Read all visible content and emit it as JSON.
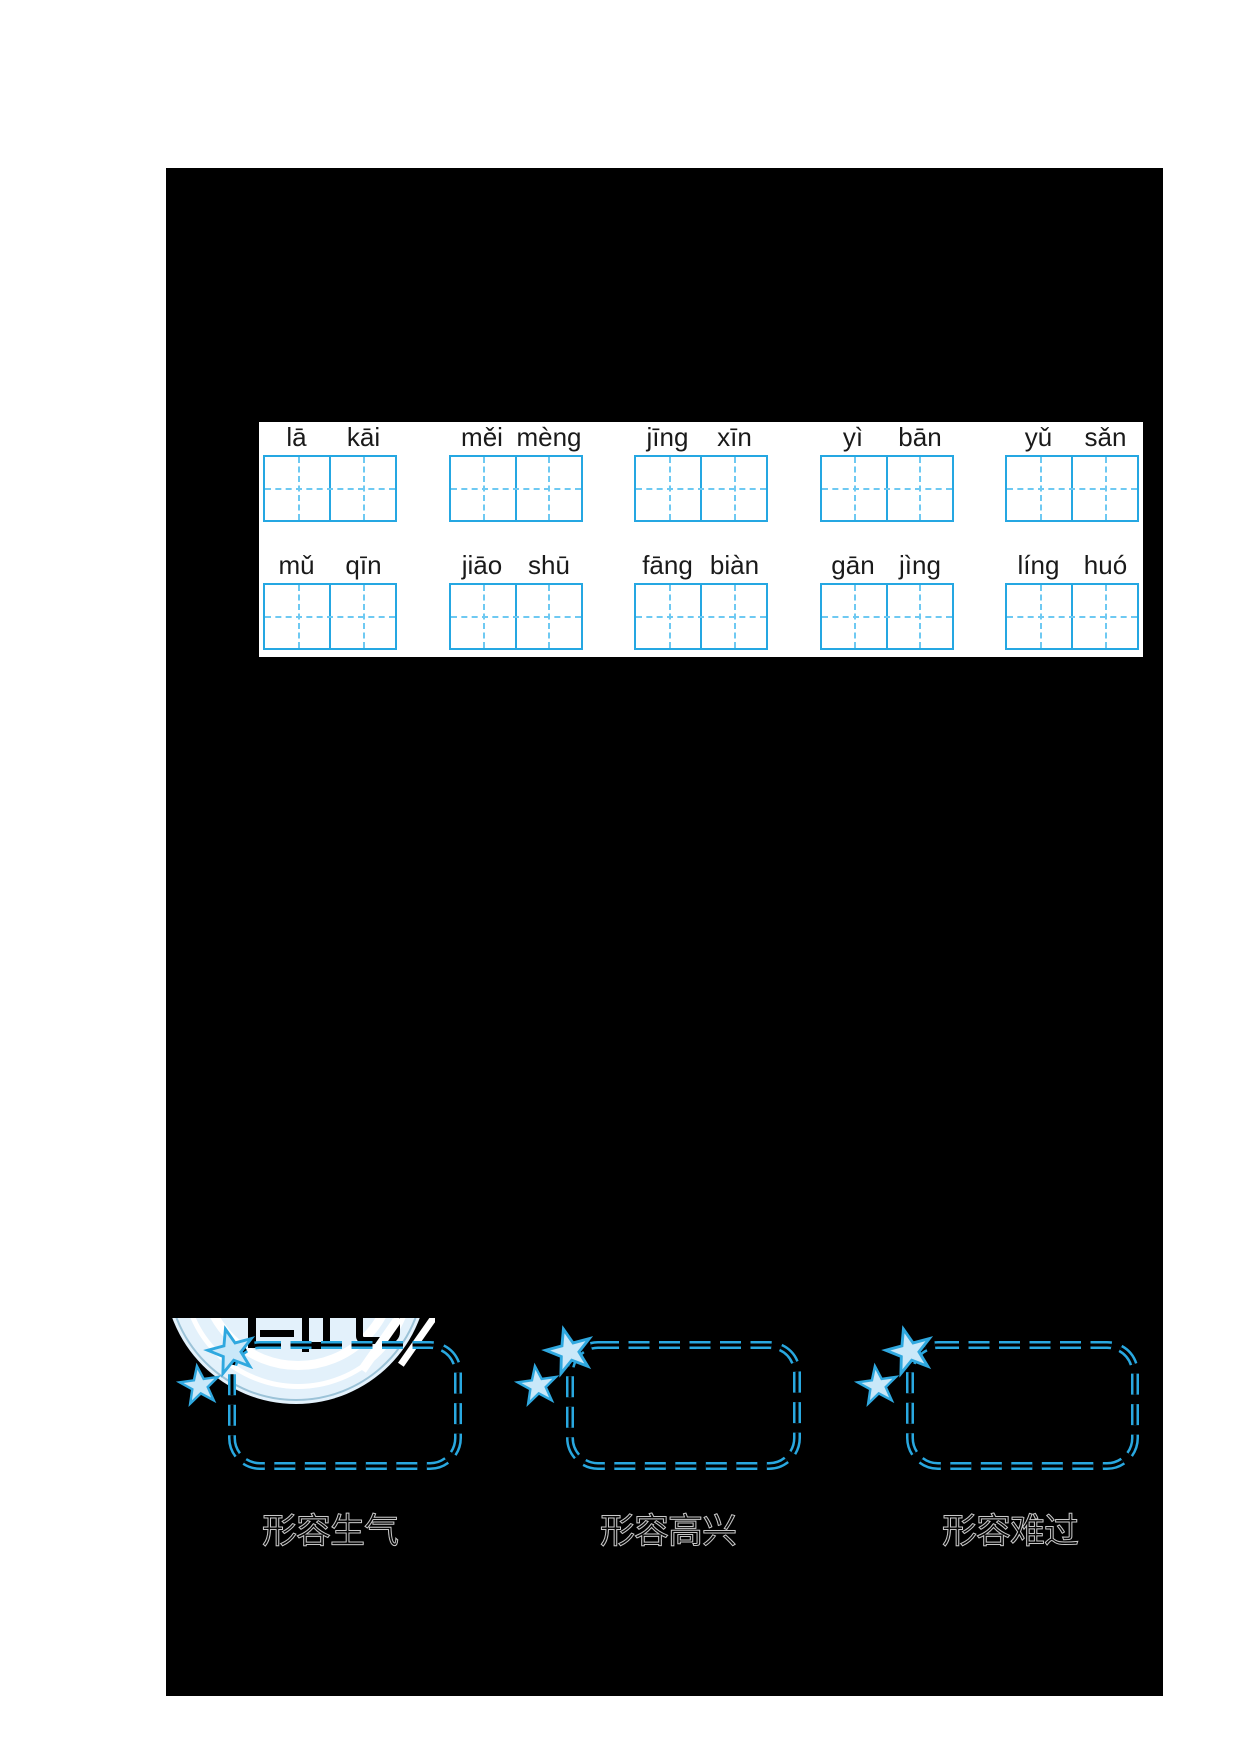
{
  "document": {
    "kind": "redacted-worksheet-scan",
    "visible_sections": [
      "pinyin-writing-panel",
      "idiom-answer-boxes"
    ]
  },
  "pinyin_panel": {
    "rows": [
      {
        "words": [
          {
            "s1": "lā",
            "s2": "kāi"
          },
          {
            "s1": "měi",
            "s2": "mèng"
          },
          {
            "s1": "jīng",
            "s2": "xīn"
          },
          {
            "s1": "yì",
            "s2": "bān"
          },
          {
            "s1": "yǔ",
            "s2": "sǎn"
          }
        ]
      },
      {
        "words": [
          {
            "s1": "mǔ",
            "s2": "qīn"
          },
          {
            "s1": "jiāo",
            "s2": "shū"
          },
          {
            "s1": "fāng",
            "s2": "biàn"
          },
          {
            "s1": "gān",
            "s2": "jìng"
          },
          {
            "s1": "líng",
            "s2": "huó"
          }
        ]
      }
    ]
  },
  "answer_boxes": [
    {
      "label": "形容生气"
    },
    {
      "label": "形容高兴"
    },
    {
      "label": "形容难过"
    }
  ],
  "colors": {
    "redaction": "#000000",
    "grid_line": "#25a7e2",
    "grid_dash": "#6ec9f2",
    "box_dash": "#29a8e0",
    "star_fill": "#c9e8f9",
    "star_stroke": "#2fa8df",
    "logo_fill": "#e3f1fb",
    "pinyin_text": "#1a1a1a"
  }
}
